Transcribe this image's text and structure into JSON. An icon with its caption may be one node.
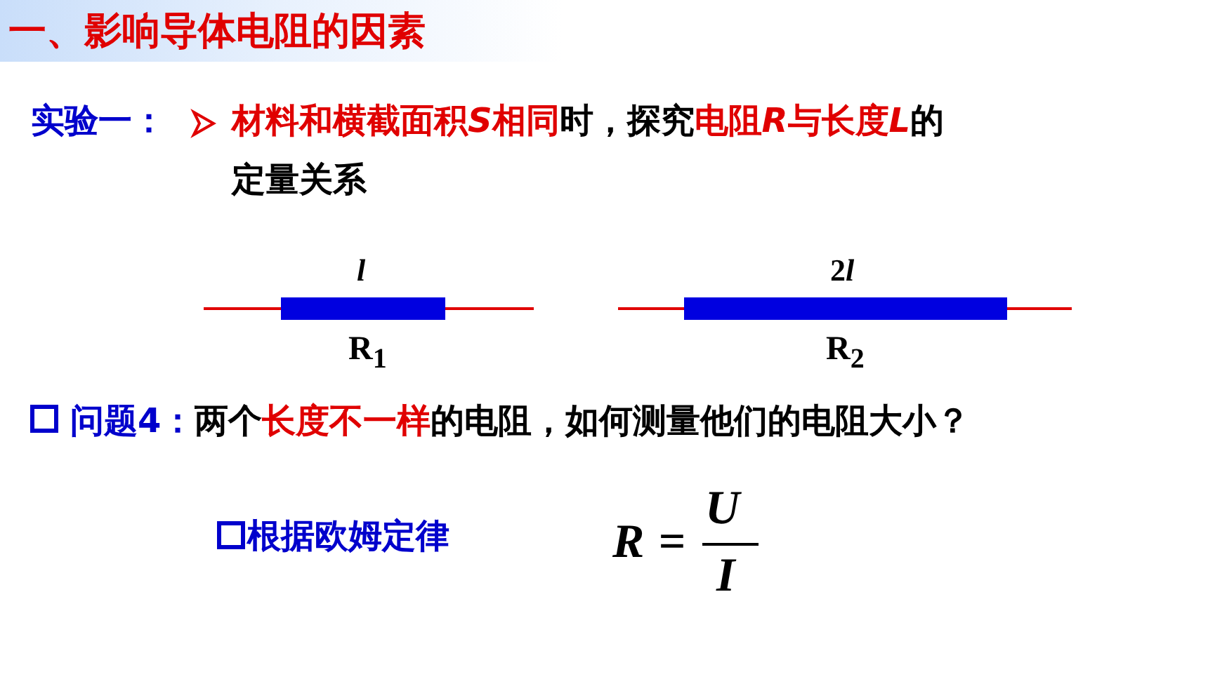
{
  "diagram": {
    "title": "一、影响导体电阻的因素",
    "labels": [
      "实验一：",
      "材料和横截面积",
      "S",
      "相同",
      "时，探究",
      "电阻",
      "R",
      "与长度",
      "L",
      "的",
      "定量关系",
      "l",
      "R$_{1}$",
      "2",
      "l",
      "R$_{2}$",
      "问题4：",
      "两个",
      "长度不一样",
      "的电阻，如何测量他们的电阻大小？",
      "根据欧姆定律",
      "R",
      "=",
      "U",
      "I"
    ]
  }
}
